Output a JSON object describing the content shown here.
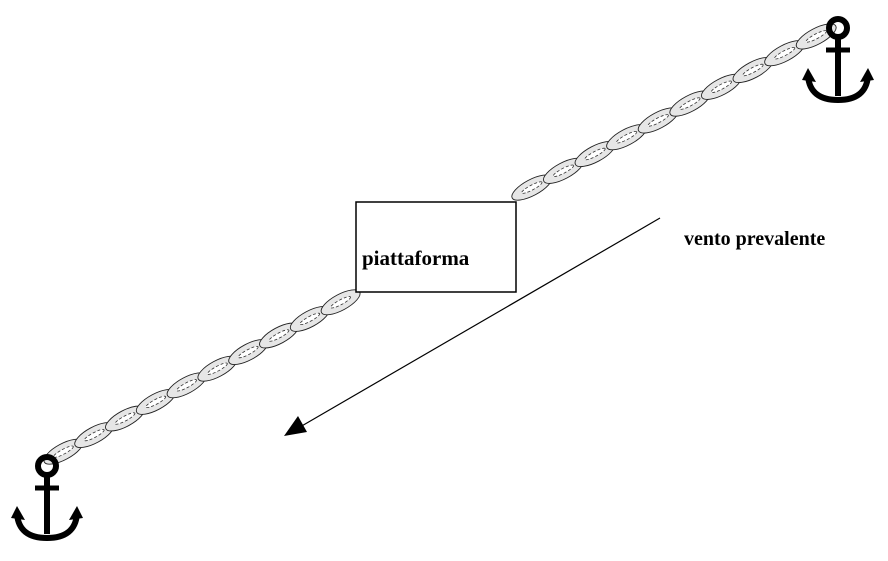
{
  "diagram": {
    "platform_label": "piattaforma",
    "wind_label": "vento prevalente",
    "icons": [
      "anchor-icon-top-right",
      "anchor-icon-bottom-left",
      "wind-arrow",
      "chain-links"
    ],
    "colors": {
      "stroke": "#000000",
      "link_fill": "#e6e6e6",
      "background": "#ffffff"
    }
  }
}
